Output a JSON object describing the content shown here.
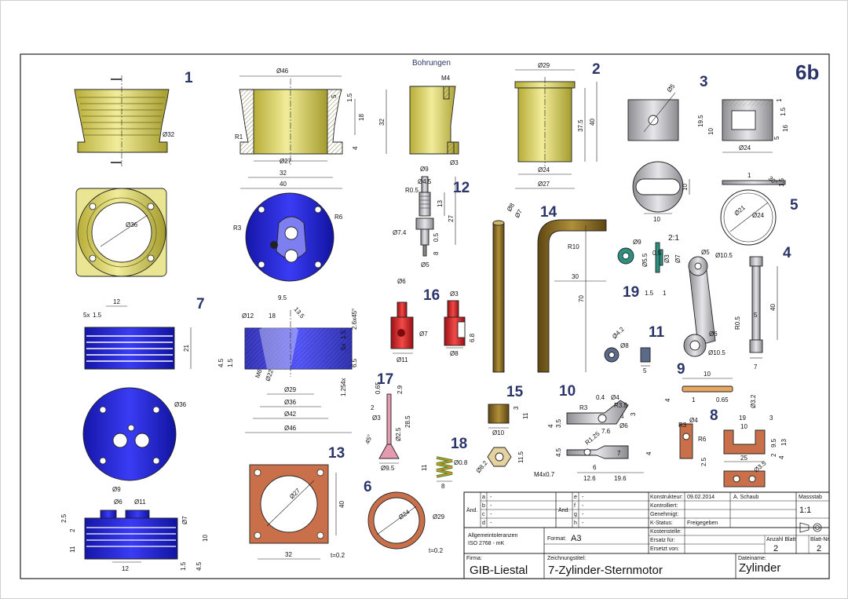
{
  "sheet": {
    "id": "6b",
    "section_label": "Bohrungen",
    "parts": [
      "1",
      "2",
      "3",
      "4",
      "5",
      "6",
      "7",
      "8",
      "9",
      "10",
      "11",
      "12",
      "13",
      "14",
      "15",
      "16",
      "17",
      "18",
      "19"
    ],
    "scale_note": "2:1",
    "dims": {
      "p1": [
        "Ø32",
        "Ø36"
      ],
      "p1sec": [
        "Ø46",
        "R1",
        "Ø27",
        "32",
        "40",
        "5",
        "1.5",
        "18",
        "32",
        "4"
      ],
      "bohr": [
        "M4",
        "Ø3"
      ],
      "p2": [
        "Ø29",
        "37.5",
        "40",
        "Ø24",
        "Ø27"
      ],
      "p3": [
        "Ø5",
        "19.5",
        "10",
        "1",
        "1.5",
        "16",
        "5",
        "Ø24",
        "10",
        "10"
      ],
      "p5": [
        "1",
        "30°",
        "1.5",
        "Ø21",
        "Ø24"
      ],
      "p12": [
        "Ø9",
        "Ø4.5",
        "R0.5",
        "13",
        "27",
        "Ø7.4",
        "0.5",
        "8",
        "Ø5"
      ],
      "p14": [
        "Ø8",
        "Ø7",
        "R10",
        "30",
        "70"
      ],
      "p19": [
        "Ø9",
        "0.5",
        "Ø5.5",
        "Ø3",
        "Ø7",
        "1.5",
        "1"
      ],
      "p4": [
        "Ø5",
        "Ø10.5",
        "40",
        "R0.5",
        "5",
        "Ø6",
        "Ø10.5",
        "7"
      ],
      "p7": [
        "12",
        "5x",
        "1.5",
        "21",
        "Ø36",
        "Ø9",
        "Ø6",
        "Ø11",
        "2.5",
        "2",
        "11",
        "Ø7",
        "10",
        "1.5",
        "4.5",
        "12"
      ],
      "p7sec": [
        "9.5",
        "13.5",
        "2.6x45°",
        "Ø12",
        "18",
        "5x",
        "1.5",
        "4.5",
        "1.5",
        "6.5",
        "M6",
        "Ø22",
        "4x",
        "1.25",
        "Ø29",
        "Ø36",
        "Ø42",
        "Ø46"
      ],
      "p16": [
        "Ø6",
        "Ø7",
        "Ø11",
        "Ø3",
        "6.8",
        "Ø8"
      ],
      "p11": [
        "Ø4.2",
        "Ø8",
        "5"
      ],
      "p9": [
        "4",
        "10",
        "0.65",
        "Ø3.2",
        "1"
      ],
      "p17": [
        "0.65",
        "2.9",
        "2",
        "Ø3",
        "28.5",
        "Ø2.5",
        "45°",
        "Ø9.5"
      ],
      "p15": [
        "3",
        "11",
        "Ø10",
        "Ø8.2",
        "11.5"
      ],
      "p18": [
        "11",
        "Ø0.8",
        "8"
      ],
      "p10": [
        "R3",
        "0.4",
        "Ø4",
        "R3.5",
        "4",
        "3",
        "7.6",
        "Ø6",
        "4",
        "3.5",
        "R1.25",
        "4.5",
        "7",
        "4",
        "M4x0.7",
        "6",
        "12.6",
        "19.6"
      ],
      "p8": [
        "R3",
        "Ø4",
        "R6",
        "19",
        "10",
        "3",
        "9.5",
        "13",
        "2.5",
        "25",
        "2",
        "4",
        "Ø3.5"
      ],
      "p13": [
        "Ø27",
        "40",
        "32",
        "t=0.2"
      ],
      "p6": [
        "Ø24",
        "Ø29",
        "t=0.2"
      ]
    }
  },
  "title_block": {
    "rev_letters_left": [
      "a",
      "b",
      "c",
      "d"
    ],
    "rev_letters_right": [
      "e",
      "f",
      "g",
      "h"
    ],
    "rev_dashes": [
      "-",
      "-",
      "-",
      "-",
      "-",
      "-",
      "-",
      "-"
    ],
    "aend_label": "Änd.",
    "konstrukteur_label": "Konstrukteur:",
    "konstrukteur_date": "09.02.2014",
    "konstrukteur_name": "A. Schaub",
    "kontrolliert_label": "Kontrolliert:",
    "genehmigt_label": "Genehmigt:",
    "kstatus_label": "K-Status:",
    "kstatus_value": "Freigegeben",
    "kostenstelle_label": "Kostenstelle:",
    "ersatz_fuer_label": "Ersatz für:",
    "ersetzt_von_label": "Ersetzt von:",
    "massstab_label": "Massstab",
    "massstab_value": "1:1",
    "anzahl_label": "Anzahl Blatt",
    "anzahl_value": "2",
    "blattnr_label": "Blatt-Nr.",
    "blattnr_value": "2",
    "tolerances_1": "Allgemeintoleranzen",
    "tolerances_2": "ISO 2768 - mK",
    "format_label": "Format:",
    "format_value": "A3",
    "firma_label": "Firma:",
    "firma_value": "GIB-Liestal",
    "zeichnungstitel_label": "Zeichnungstitel:",
    "zeichnungstitel_value": "7-Zylinder-Sternmotor",
    "dateiname_label": "Dateiname:",
    "dateiname_value": "Zylinder"
  },
  "colors": {
    "yellow": "#e2dc6a",
    "blue": "#1d1fd6",
    "bronze": "#8a6a22",
    "red": "#d8242a",
    "copper": "#c9704a",
    "steel": "#c4c4c8",
    "pink": "#e69ab0",
    "teal": "#2c8f80",
    "numbers": "#2c3569"
  }
}
